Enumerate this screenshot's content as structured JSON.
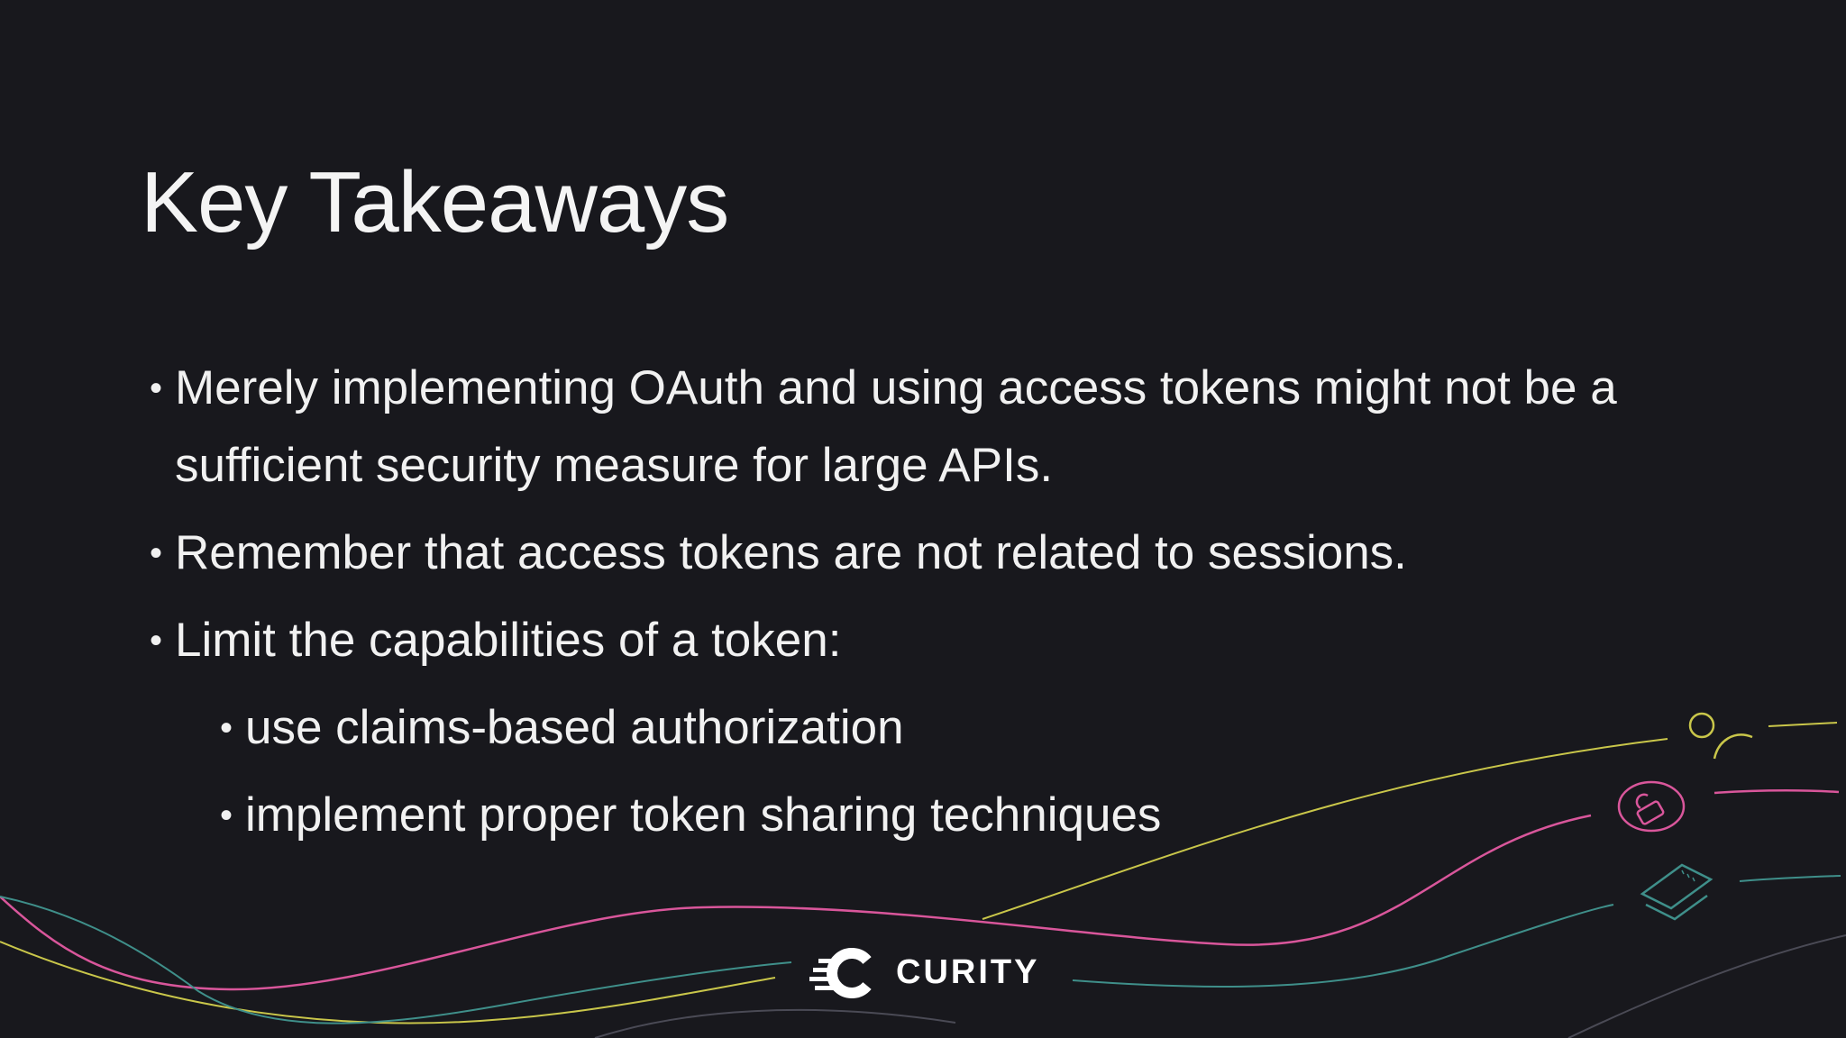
{
  "slide": {
    "title": "Key Takeaways",
    "bullets": [
      "Merely implementing OAuth and using access tokens might not be a sufficient security measure for large APIs.",
      "Remember that access tokens are not related to sessions.",
      "Limit the capabilities of a token:"
    ],
    "sub_bullets": [
      "use claims-based authorization",
      "implement proper token sharing techniques"
    ],
    "bullet_glyph": "•"
  },
  "branding": {
    "logo_text": "CURITY"
  },
  "icons": [
    "users-icon",
    "lock-icon",
    "ticket-icon",
    "curity-logo-icon"
  ],
  "colors": {
    "background": "#18181d",
    "text": "#f2f2f2",
    "yellow": "#c9c64a",
    "pink": "#d9569b",
    "teal": "#3f8f8a",
    "gray": "#4a4a55"
  }
}
